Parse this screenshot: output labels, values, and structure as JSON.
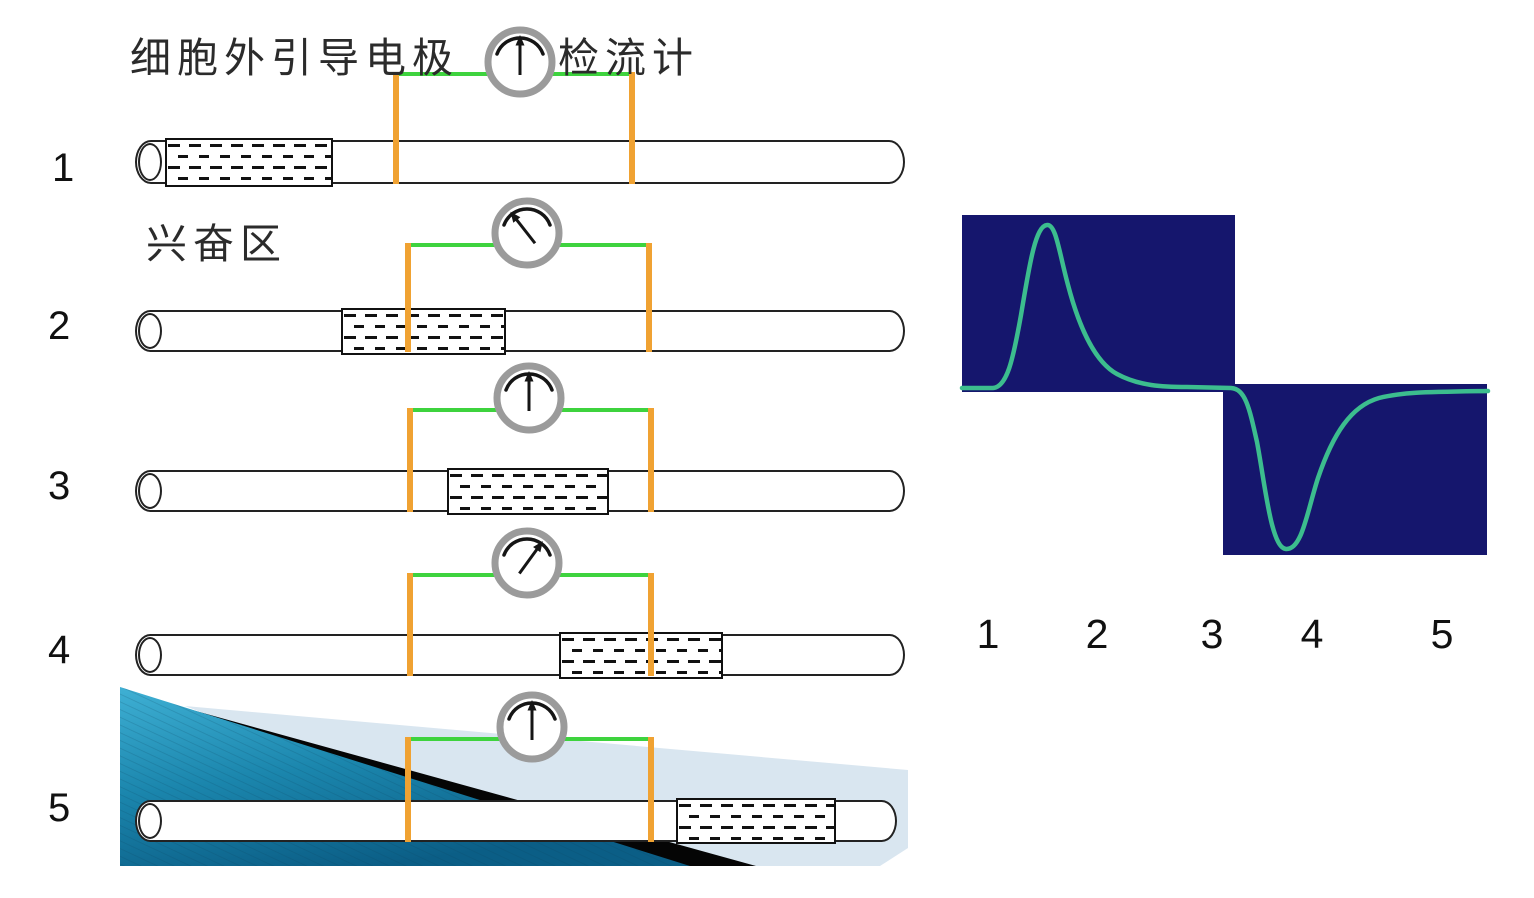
{
  "labels": {
    "extracellular_electrode": "细胞外引导电极",
    "galvanometer": "检流计",
    "excited_region": "兴奋区"
  },
  "rows": [
    {
      "index": "1",
      "needle_angle_deg": 0,
      "galvanometer_needle": "vertical",
      "excited_region_position": "left-end-before-both-electrodes"
    },
    {
      "index": "2",
      "needle_angle_deg": -38,
      "galvanometer_needle": "deflected-left",
      "excited_region_position": "at-left-electrode"
    },
    {
      "index": "3",
      "needle_angle_deg": 0,
      "galvanometer_needle": "vertical",
      "excited_region_position": "between-electrodes"
    },
    {
      "index": "4",
      "needle_angle_deg": 36,
      "galvanometer_needle": "deflected-right",
      "excited_region_position": "at-right-electrode"
    },
    {
      "index": "5",
      "needle_angle_deg": 0,
      "galvanometer_needle": "vertical",
      "excited_region_position": "right-of-both-electrodes"
    }
  ],
  "recording": {
    "x_labels": [
      "1",
      "2",
      "3",
      "4",
      "5"
    ]
  },
  "chart_data": {
    "type": "line",
    "title": "",
    "xlabel": "",
    "ylabel": "",
    "x_tick_labels": [
      "1",
      "2",
      "3",
      "4",
      "5"
    ],
    "x": [
      0,
      0.8,
      1.2,
      1.5,
      1.8,
      2.2,
      2.7,
      3.2,
      3.8,
      4.6,
      5.2,
      5.5,
      5.9,
      6.2,
      6.6,
      7.1,
      7.8,
      8.6,
      10
    ],
    "y": [
      0,
      0.05,
      0.55,
      0.95,
      1.0,
      0.82,
      0.45,
      0.2,
      0.06,
      0,
      -0.05,
      -0.5,
      -0.95,
      -1.0,
      -0.78,
      -0.38,
      -0.1,
      0,
      0
    ],
    "ylim": [
      -1,
      1
    ],
    "grid": false,
    "legend": false,
    "waveform": "biphasic action potential",
    "panel_background": "#15166d",
    "line_color": "#3cbd8e"
  },
  "colors": {
    "wire_green": "#3ed33e",
    "electrode_orange": "#f0a232",
    "gauge_ring": "#9b9b9b",
    "panel_navy": "#15166d",
    "trace_green": "#3cbd8e",
    "teal_light": "#3fb0d4",
    "teal_dark": "#0b5e86",
    "pale_blue": "#d9e6f0",
    "ink": "#1a1a1a"
  }
}
